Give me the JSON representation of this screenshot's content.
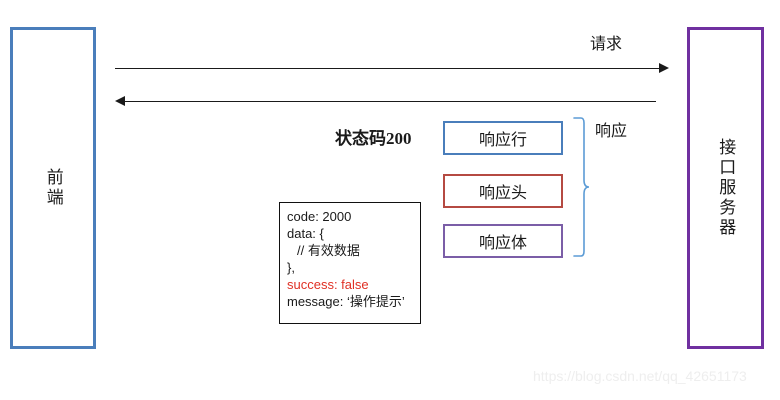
{
  "diagram": {
    "type": "sequence-diagram",
    "title": "HTTP request / response structure",
    "endpoints": [
      {
        "id": "frontend",
        "label": "前端",
        "border_color": "#4a7ebb"
      },
      {
        "id": "server",
        "label": "接口服务器",
        "border_color": "#7030a0"
      }
    ],
    "arrows": [
      {
        "id": "request",
        "label": "请求",
        "direction": "right",
        "color": "#1a1a1a"
      },
      {
        "id": "response",
        "label": "响应",
        "direction": "left",
        "color": "#1a1a1a"
      }
    ],
    "status_code_label": "状态码200",
    "response_parts": [
      {
        "id": "response-line",
        "label": "响应行",
        "border_color": "#4a7ebb"
      },
      {
        "id": "response-header",
        "label": "响应头",
        "border_color": "#b54a42"
      },
      {
        "id": "response-body",
        "label": "响应体",
        "border_color": "#7b5ea7"
      }
    ],
    "brace": {
      "color": "#5b9bd5",
      "groups_label": "响应"
    },
    "code_block": {
      "lines": [
        {
          "text": "code: 2000",
          "color": "#1a1a1a",
          "indent": false
        },
        {
          "text": "data: {",
          "color": "#1a1a1a",
          "indent": false
        },
        {
          "text": "// 有效数据",
          "color": "#1a1a1a",
          "indent": true
        },
        {
          "text": "},",
          "color": "#1a1a1a",
          "indent": false
        },
        {
          "text": "success: false",
          "color": "#e03024",
          "indent": false
        },
        {
          "text": "message: ‘操作提示’",
          "color": "#1a1a1a",
          "indent": false
        }
      ]
    },
    "watermark": "https://blog.csdn.net/qq_42651173"
  }
}
